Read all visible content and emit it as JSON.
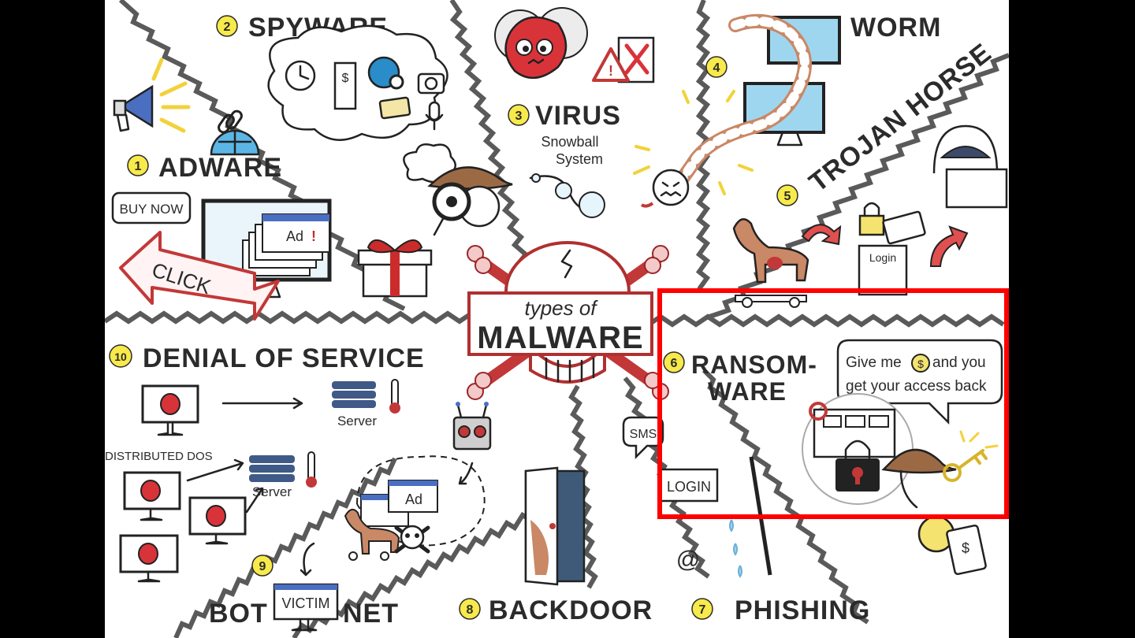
{
  "center": {
    "line1": "types of",
    "line2": "MALWARE"
  },
  "sections": [
    {
      "number": "1",
      "title": "ADWARE"
    },
    {
      "number": "2",
      "title": "SPYWARE"
    },
    {
      "number": "3",
      "title": "VIRUS"
    },
    {
      "number": "4",
      "title": "WORM"
    },
    {
      "number": "5",
      "title": "TROJAN HORSE"
    },
    {
      "number": "6",
      "title_line1": "RANSOM-",
      "title_line2": "WARE"
    },
    {
      "number": "7",
      "title": "PHISHING"
    },
    {
      "number": "8",
      "title": "BACKDOOR"
    },
    {
      "number": "9",
      "title_left": "BOT",
      "title_right": "NET"
    },
    {
      "number": "10",
      "title": "DENIAL OF SERVICE"
    }
  ],
  "adware": {
    "buy_now": "BUY NOW",
    "click": "CLICK",
    "ad": "Ad"
  },
  "virus": {
    "caption_line1": "Snowball",
    "caption_line2": "System"
  },
  "trojan": {
    "login": "Login"
  },
  "ransomware": {
    "speech_line1": "Give me",
    "speech_line2": "and you",
    "speech_line3": "get your access back",
    "dollar": "$"
  },
  "phishing": {
    "sms": "SMS",
    "login": "LOGIN",
    "at": "@",
    "dollar": "$"
  },
  "dos": {
    "server": "Server",
    "distributed": "DISTRIBUTED DOS"
  },
  "botnet": {
    "ad": "Ad",
    "victim": "VICTIM"
  },
  "colors": {
    "accent_red": "#cc2b2b",
    "highlight": "#ff0000",
    "badge_yellow": "#f7ea4a",
    "zigzag_gray": "#5a5a5a"
  }
}
